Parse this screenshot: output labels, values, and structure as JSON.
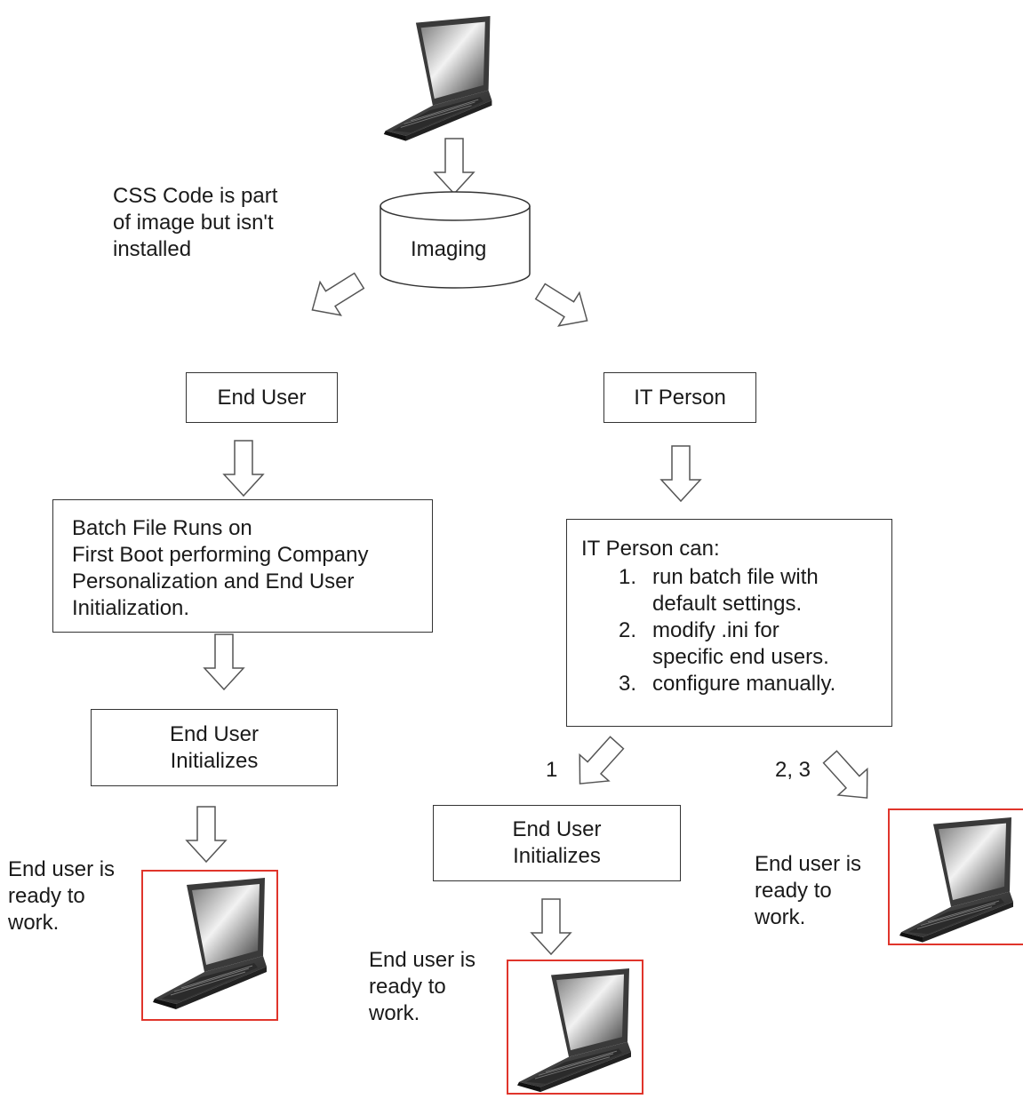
{
  "note_css": [
    "CSS Code is part",
    "of image but isn't",
    "installed"
  ],
  "imaging_label": "Imaging",
  "end_user_label": "End User",
  "it_person_label": "IT Person",
  "batch_file_text": [
    "Batch File Runs on",
    "First Boot performing Company",
    "Personalization and End User",
    "Initialization."
  ],
  "it_can": {
    "heading": "IT Person can:",
    "items": [
      {
        "num": "1.",
        "line1": "run batch file with",
        "line2": "default settings."
      },
      {
        "num": "2.",
        "line1": "modify .ini for",
        "line2": "specific end users."
      },
      {
        "num": "3.",
        "line1": "configure manually.",
        "line2": ""
      }
    ]
  },
  "initializes_box": [
    "End User",
    "Initializes"
  ],
  "ready_text": [
    "End user is",
    "ready to",
    "work."
  ],
  "branch_label_1": "1",
  "branch_label_23": "2, 3",
  "colors": {
    "frame_red": "#e0352b",
    "arrow_stroke": "#555555",
    "box_stroke": "#333333"
  },
  "icons": [
    "laptop-icon",
    "database-cylinder-icon",
    "arrow-icon"
  ]
}
